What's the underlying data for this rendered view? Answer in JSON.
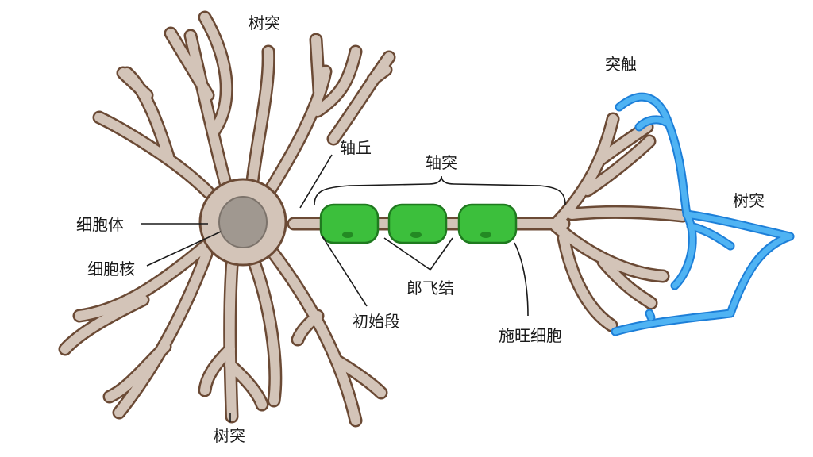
{
  "labels": {
    "dendrite_top": "树突",
    "dendrite_bottom": "树突",
    "dendrite_right": "树突",
    "synapse": "突触",
    "axon_hillock": "轴丘",
    "axon": "轴突",
    "soma": "细胞体",
    "nucleus": "细胞核",
    "nodes_of_ranvier": "郎飞结",
    "initial_segment": "初始段",
    "schwann_cell": "施旺细胞"
  },
  "colors": {
    "membrane_outline": "#6b4a35",
    "cytoplasm": "#d3c4b8",
    "nucleus": "#a09890",
    "myelin_fill": "#3cbf3c",
    "myelin_outline": "#1f7a1f",
    "target_neuron": "#4fb3f3",
    "label_text": "#1a1a1a"
  }
}
